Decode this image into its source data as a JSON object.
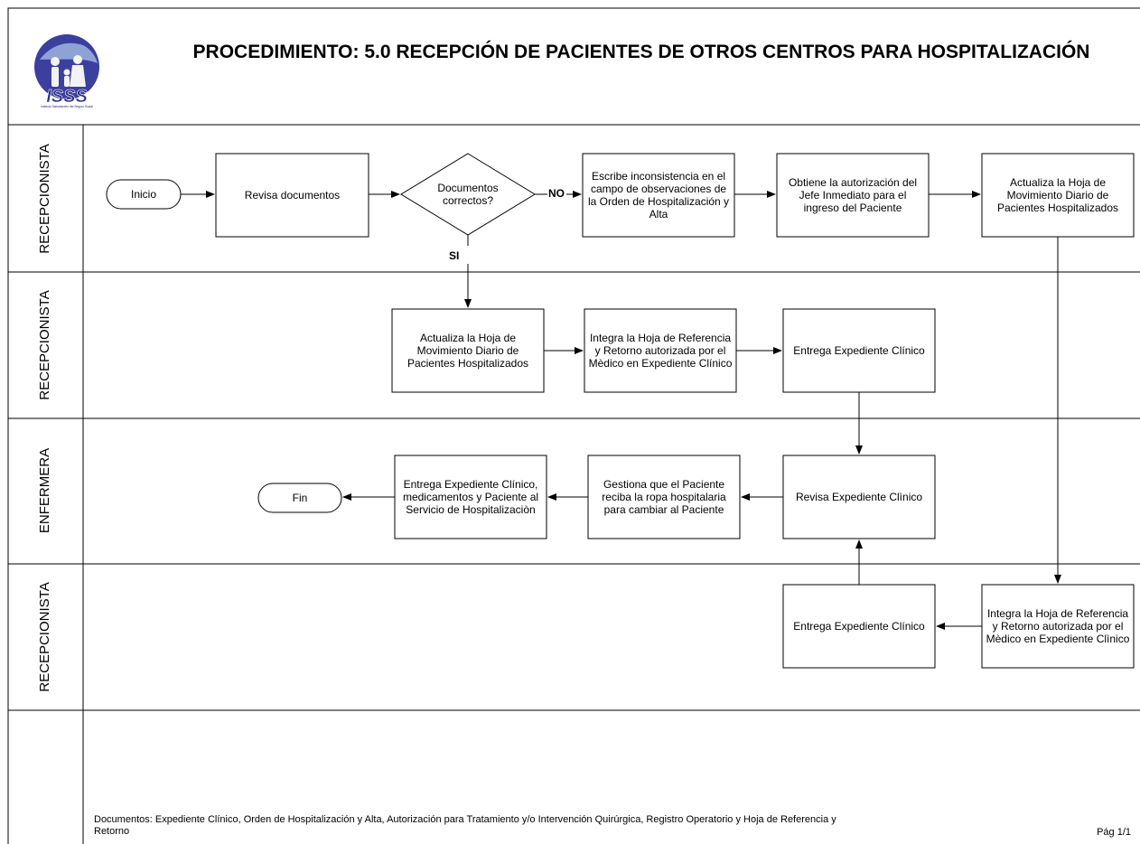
{
  "title": "PROCEDIMIENTO: 5.0 RECEPCIÓN DE PACIENTES DE OTROS CENTROS PARA HOSPITALIZACIÓN",
  "logo": {
    "text": "ISSS",
    "subtitle": "Instituto Salvadoreño del Seguro Social"
  },
  "lanes": [
    "RECEPCIONISTA",
    "RECEPCIONISTA",
    "ENFERMERA",
    "RECEPCIONISTA"
  ],
  "nodes": {
    "inicio": "Inicio",
    "revisa_documentos": "Revisa documentos",
    "documentos_correctos": "Documentos correctos?",
    "escribe_inconsistencia": "Escribe inconsistencia en el campo de observaciones de la Orden de Hospitalización y Alta",
    "obtiene_autorizacion": "Obtiene la autorización del Jefe Inmediato para el ingreso del Paciente",
    "actualiza_hoja_1": "Actualiza la Hoja de Movimiento Diario de Pacientes Hospitalizados",
    "actualiza_hoja_2": "Actualiza la Hoja de Movimiento Diario de Pacientes Hospitalizados",
    "integra_hoja_1": "Integra la Hoja de Referencia y Retorno autorizada por el Mèdico en Expediente Clínico",
    "entrega_expediente_1": "Entrega Expediente Clínico",
    "revisa_expediente": "Revisa Expediente Clìnico",
    "gestiona_ropa": "Gestiona que el Paciente reciba la ropa hospitalaria para cambiar al Paciente",
    "entrega_expediente_medicamentos": "Entrega Expediente Clínico, medicamentos y Paciente al Servicio de Hospitalizaciòn",
    "fin": "Fin",
    "entrega_expediente_2": "Entrega Expediente Clínico",
    "integra_hoja_2": "Integra la Hoja de Referencia y Retorno autorizada por el Mèdico en Expediente Clìnico"
  },
  "labels": {
    "no": "NO",
    "si": "SI"
  },
  "footer": "Documentos: Expediente Clínico, Orden de Hospitalización y Alta, Autorización para Tratamiento y/o Intervención Quirúrgica, Registro Operatorio y Hoja de Referencia y Retorno",
  "page": "Pág 1/1"
}
